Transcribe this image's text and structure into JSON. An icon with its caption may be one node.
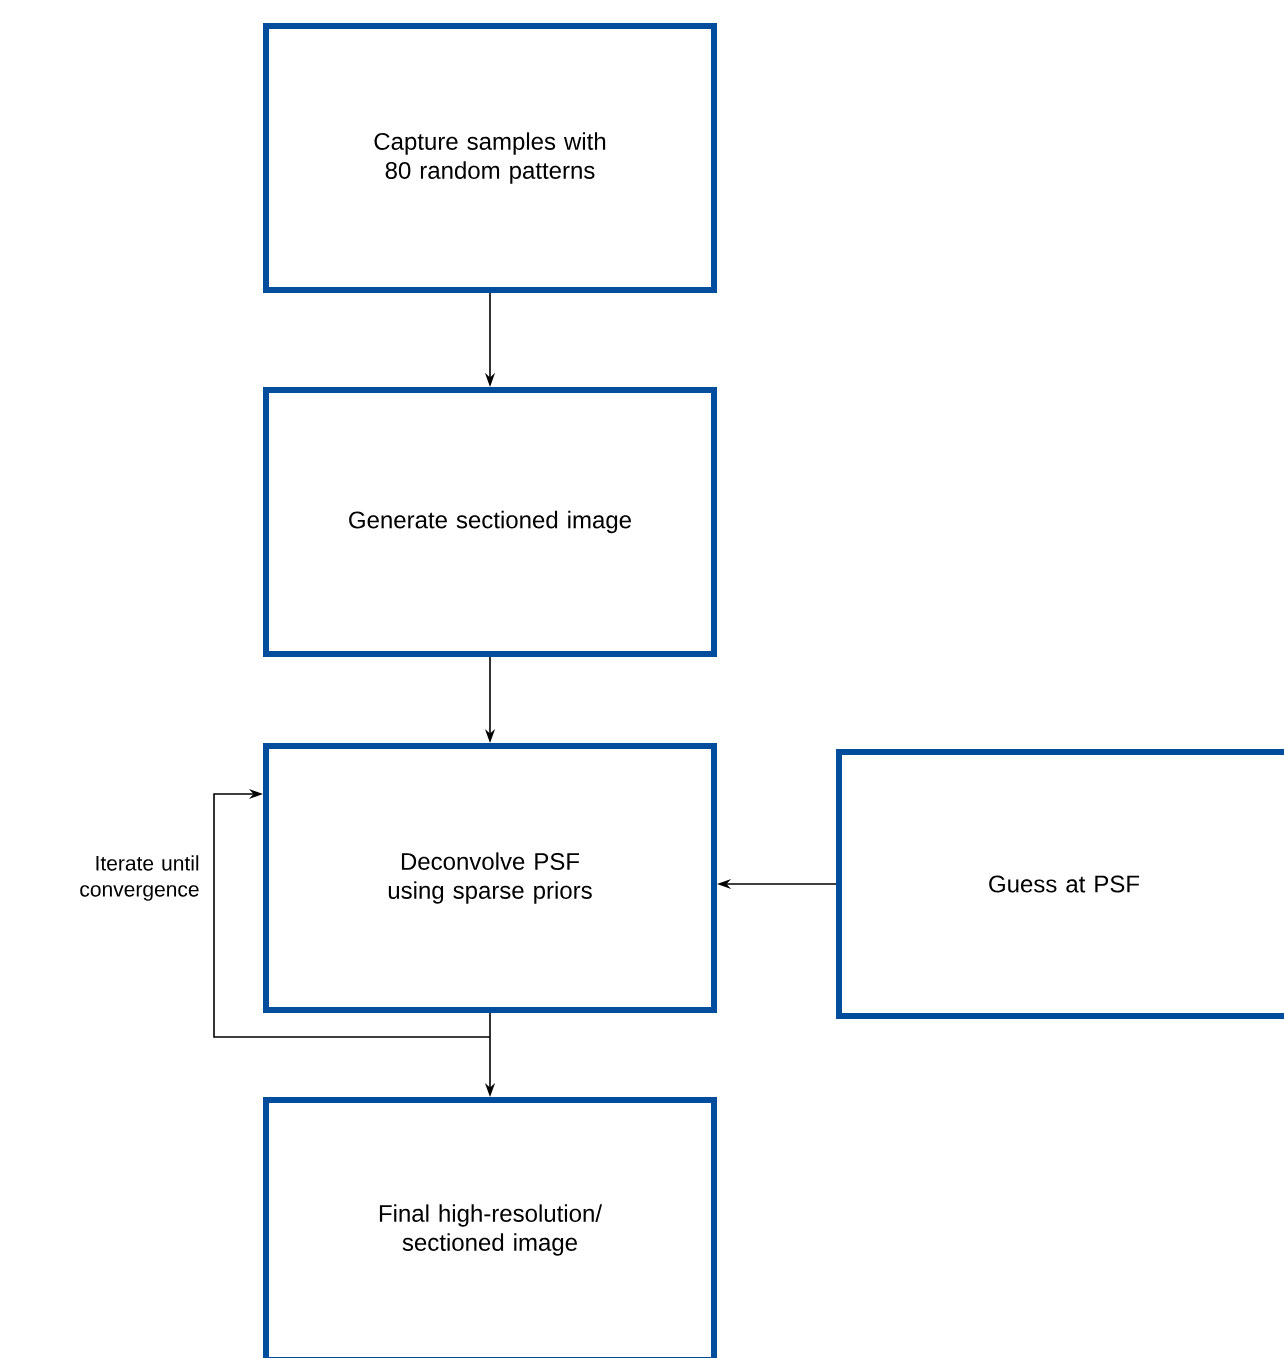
{
  "diagram": {
    "nodes": [
      {
        "text": [
          "Capture samples with 80 random patterns"
        ]
      },
      {
        "text": [
          "Generate sectioned image"
        ]
      },
      {
        "text": [
          "Deconvolve PSF using sparse priors"
        ]
      },
      {
        "text": [
          "Guess at PSF"
        ]
      },
      {
        "text": [
          "Final high-resolution/ sectioned image"
        ]
      }
    ],
    "edges": [
      {
        "from": 0,
        "to": 1,
        "arrow": "to"
      },
      {
        "from": 1,
        "to": 2,
        "arrow": "to"
      },
      {
        "from": 3,
        "to": 2,
        "arrow": "to"
      },
      {
        "from": 2,
        "to": 4,
        "arrow": "to"
      },
      {
        "from": 2,
        "to": 2,
        "arrow": "to",
        "label": "Iterate until convergence"
      }
    ]
  }
}
